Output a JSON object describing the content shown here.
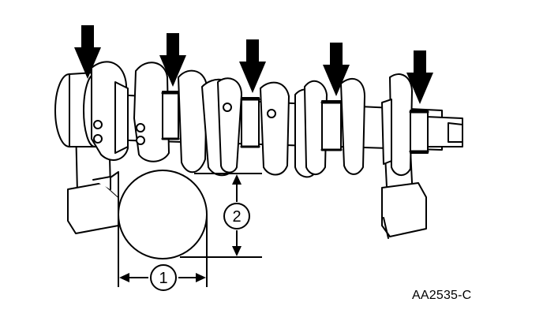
{
  "figure": {
    "id_code": "AA2535-C",
    "callouts": [
      {
        "number": "1",
        "meaning": ""
      },
      {
        "number": "2",
        "meaning": ""
      }
    ],
    "journal_arrow_count": 5
  },
  "colors": {
    "ink": "#000000",
    "paper": "#ffffff"
  }
}
